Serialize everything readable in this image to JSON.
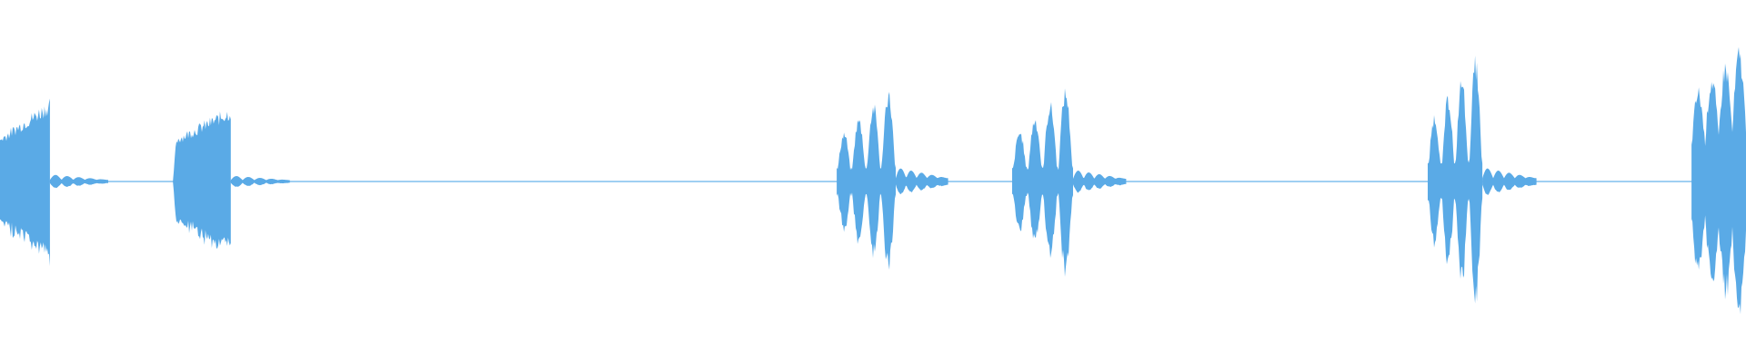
{
  "waveform": {
    "color": "#5aaae6",
    "baseline_color": "#66b2ea",
    "segments": [
      {
        "shape": "swell-left",
        "start": 0.0,
        "end": 0.0286,
        "peak": 0.46
      },
      {
        "shape": "swell",
        "start": 0.099,
        "end": 0.1322,
        "peak": 0.42
      },
      {
        "shape": "burst",
        "start": 0.4792,
        "end": 0.513,
        "peak": 0.52
      },
      {
        "shape": "burst",
        "start": 0.5797,
        "end": 0.6146,
        "peak": 0.53
      },
      {
        "shape": "burst",
        "start": 0.8177,
        "end": 0.849,
        "peak": 0.7
      },
      {
        "shape": "burst-right",
        "start": 0.9688,
        "end": 1.0,
        "peak": 0.76
      }
    ],
    "tails": [
      {
        "start": 0.0286,
        "end": 0.062,
        "peak": 0.03
      },
      {
        "start": 0.1322,
        "end": 0.166,
        "peak": 0.025
      },
      {
        "start": 0.513,
        "end": 0.543,
        "peak": 0.06
      },
      {
        "start": 0.6146,
        "end": 0.645,
        "peak": 0.05
      },
      {
        "start": 0.849,
        "end": 0.88,
        "peak": 0.06
      }
    ]
  }
}
